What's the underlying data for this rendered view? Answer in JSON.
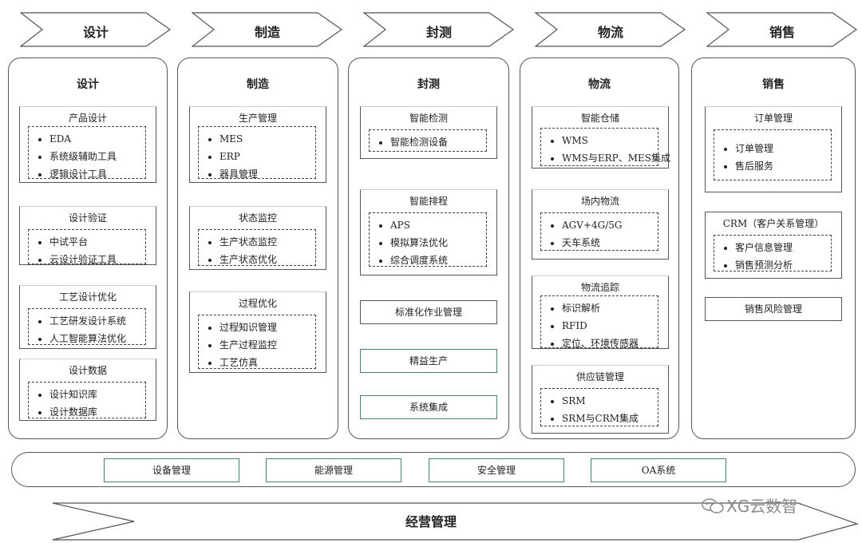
{
  "stages": [
    "设计",
    "制造",
    "封测",
    "物流",
    "销售"
  ],
  "columns": {
    "design": {
      "title": "设计",
      "groups": [
        {
          "title": "产品设计",
          "items": [
            "EDA",
            "系统级辅助工具",
            "逻辑设计工具"
          ]
        },
        {
          "title": "设计验证",
          "items": [
            "中试平台",
            "云设计验证工具"
          ]
        },
        {
          "title": "工艺设计优化",
          "items": [
            "工艺研发设计系统",
            "人工智能算法优化"
          ]
        },
        {
          "title": "设计数据",
          "items": [
            "设计知识库",
            "设计数据库"
          ]
        }
      ]
    },
    "manufacturing": {
      "title": "制造",
      "groups": [
        {
          "title": "生产管理",
          "items": [
            "MES",
            "ERP",
            "器具管理"
          ]
        },
        {
          "title": "状态监控",
          "items": [
            "生产状态监控",
            "生产状态优化"
          ]
        },
        {
          "title": "过程优化",
          "items": [
            "过程知识管理",
            "生产过程监控",
            "工艺仿真"
          ]
        }
      ]
    },
    "packaging_test": {
      "title": "封测",
      "groups": [
        {
          "title": "智能检测",
          "items": [
            "智能检测设备"
          ]
        },
        {
          "title": "智能排程",
          "items": [
            "APS",
            "模拟算法优化",
            "综合调度系统"
          ]
        }
      ],
      "boxes": [
        "标准化作业管理",
        "精益生产",
        "系统集成"
      ]
    },
    "logistics": {
      "title": "物流",
      "groups": [
        {
          "title": "智能仓储",
          "items": [
            "WMS",
            "WMS与ERP、MES集成"
          ]
        },
        {
          "title": "场内物流",
          "items": [
            "AGV+4G/5G",
            "天车系统"
          ]
        },
        {
          "title": "物流追踪",
          "items": [
            "标识解析",
            "RFID",
            "定位、环境传感器"
          ]
        },
        {
          "title": "供应链管理",
          "items": [
            "SRM",
            "SRM与CRM集成"
          ]
        }
      ]
    },
    "sales": {
      "title": "销售",
      "groups": [
        {
          "title": "订单管理",
          "items": [
            "订单管理",
            "售后服务"
          ]
        },
        {
          "title": "CRM（客户关系管理）",
          "items": [
            "客户信息管理",
            "销售预测分析"
          ]
        }
      ],
      "boxes": [
        "销售风险管理"
      ]
    }
  },
  "management_items": [
    "设备管理",
    "能源管理",
    "安全管理",
    "OA系统"
  ],
  "bottom_arrow": "经营管理",
  "watermark": "XG云数智",
  "colors": {
    "line": "#555555",
    "teal_border": "#4a7a85",
    "watermark": "#8a8a8a"
  }
}
